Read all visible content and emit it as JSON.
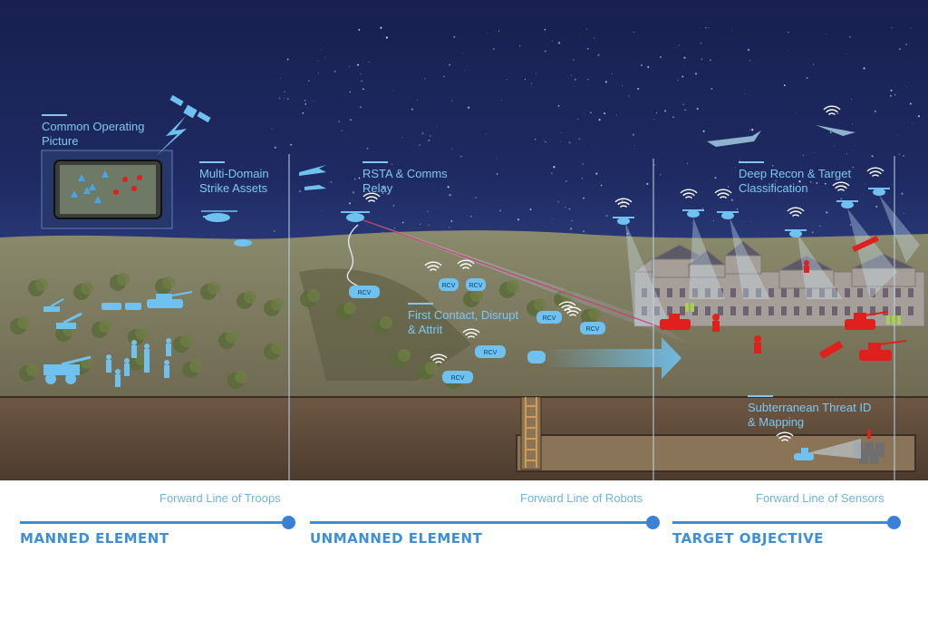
{
  "labels": {
    "common_operating_picture": "Common Operating\nPicture",
    "multi_domain": "Multi-Domain\nStrike Assets",
    "rsta": "RSTA & Comms\nRelay",
    "deep_recon": "Deep Recon & Target\nClassification",
    "first_contact": "First Contact, Disrupt\n& Attrit",
    "subterranean": "Subterranean Threat ID\n& Mapping"
  },
  "vehicle_label": "RCV",
  "lines": {
    "troops": "Forward Line of Troops",
    "robots": "Forward Line of Robots",
    "sensors": "Forward Line of Sensors"
  },
  "elements": {
    "manned": "MANNED ELEMENT",
    "unmanned": "UNMANNED ELEMENT",
    "target": "TARGET OBJECTIVE"
  },
  "colors": {
    "friendly": "#6fc2f0",
    "hostile": "#e0201c",
    "accent": "#3a8fd6",
    "sky": "#1b2457"
  },
  "icons": [
    "satellite-icon",
    "drone-icon",
    "tank-icon",
    "soldier-icon",
    "helicopter-icon",
    "jet-icon",
    "wireless-signal-icon",
    "artillery-icon",
    "barrel-icon",
    "ladder-icon"
  ]
}
